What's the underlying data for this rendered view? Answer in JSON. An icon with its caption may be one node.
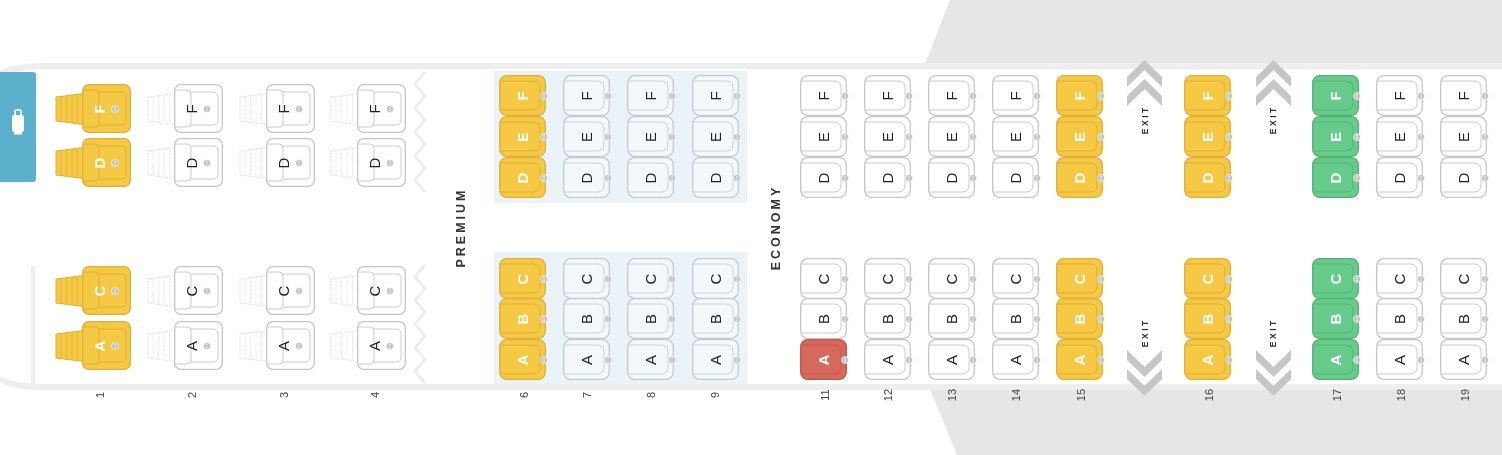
{
  "diagram": {
    "nodes": [
      {
        "text": [
          "F"
        ]
      },
      {
        "text": [
          "D"
        ]
      },
      {
        "text": [
          "C"
        ]
      },
      {
        "text": [
          "A"
        ]
      },
      {
        "text": [
          "F"
        ]
      },
      {
        "text": [
          "D"
        ]
      },
      {
        "text": [
          "C"
        ]
      },
      {
        "text": [
          "A"
        ]
      },
      {
        "text": [
          "F"
        ]
      },
      {
        "text": [
          "D"
        ]
      },
      {
        "text": [
          "C"
        ]
      },
      {
        "text": [
          "A"
        ]
      },
      {
        "text": [
          "F"
        ]
      },
      {
        "text": [
          "D"
        ]
      },
      {
        "text": [
          "C"
        ]
      },
      {
        "text": [
          "A"
        ]
      },
      {
        "text": [],
        "shape": "box"
      },
      {
        "text": [
          "F"
        ],
        "in": 16
      },
      {
        "text": [
          "E"
        ],
        "in": 16
      },
      {
        "text": [
          "D"
        ],
        "in": 16
      },
      {
        "text": [
          "F"
        ],
        "in": 16
      },
      {
        "text": [
          "E"
        ],
        "in": 16
      },
      {
        "text": [
          "D"
        ],
        "in": 16
      },
      {
        "text": [
          "F"
        ],
        "in": 16
      },
      {
        "text": [
          "E"
        ],
        "in": 16
      },
      {
        "text": [
          "D"
        ],
        "in": 16
      },
      {
        "text": [
          "F"
        ],
        "in": 16
      },
      {
        "text": [
          "E"
        ],
        "in": 16
      },
      {
        "text": [
          "D"
        ],
        "in": 16
      },
      {
        "text": [],
        "shape": "box"
      },
      {
        "text": [
          "C"
        ],
        "in": 29
      },
      {
        "text": [
          "B"
        ],
        "in": 29
      },
      {
        "text": [
          "A"
        ],
        "in": 29
      },
      {
        "text": [
          "C"
        ],
        "in": 29
      },
      {
        "text": [
          "B"
        ],
        "in": 29
      },
      {
        "text": [
          "A"
        ],
        "in": 29
      },
      {
        "text": [
          "C"
        ],
        "in": 29
      },
      {
        "text": [
          "B"
        ],
        "in": 29
      },
      {
        "text": [
          "A"
        ],
        "in": 29
      },
      {
        "text": [
          "C"
        ],
        "in": 29
      },
      {
        "text": [
          "B"
        ],
        "in": 29
      },
      {
        "text": [
          "A"
        ],
        "in": 29
      },
      {
        "text": [
          "F"
        ]
      },
      {
        "text": [
          "E"
        ]
      },
      {
        "text": [
          "D"
        ]
      },
      {
        "text": [
          "C"
        ]
      },
      {
        "text": [
          "B"
        ]
      },
      {
        "text": [
          "A"
        ]
      },
      {
        "text": [
          "F"
        ]
      },
      {
        "text": [
          "E"
        ]
      },
      {
        "text": [
          "D"
        ]
      },
      {
        "text": [
          "C"
        ]
      },
      {
        "text": [
          "B"
        ]
      },
      {
        "text": [
          "A"
        ]
      },
      {
        "text": [
          "F"
        ]
      },
      {
        "text": [
          "E"
        ]
      },
      {
        "text": [
          "D"
        ]
      },
      {
        "text": [
          "C"
        ]
      },
      {
        "text": [
          "B"
        ]
      },
      {
        "text": [
          "A"
        ]
      },
      {
        "text": [
          "F"
        ]
      },
      {
        "text": [
          "E"
        ]
      },
      {
        "text": [
          "D"
        ]
      },
      {
        "text": [
          "C"
        ]
      },
      {
        "text": [
          "B"
        ]
      },
      {
        "text": [
          "A"
        ]
      },
      {
        "text": [
          "F"
        ]
      },
      {
        "text": [
          "E"
        ]
      },
      {
        "text": [
          "D"
        ]
      },
      {
        "text": [
          "C"
        ]
      },
      {
        "text": [
          "B"
        ]
      },
      {
        "text": [
          "A"
        ]
      },
      {
        "text": [
          "F"
        ]
      },
      {
        "text": [
          "E"
        ]
      },
      {
        "text": [
          "D"
        ]
      },
      {
        "text": [
          "C"
        ]
      },
      {
        "text": [
          "B"
        ]
      },
      {
        "text": [
          "A"
        ]
      },
      {
        "text": [
          "F"
        ]
      },
      {
        "text": [
          "E"
        ]
      },
      {
        "text": [
          "D"
        ]
      },
      {
        "text": [
          "C"
        ]
      },
      {
        "text": [
          "B"
        ]
      },
      {
        "text": [
          "A"
        ]
      },
      {
        "text": [
          "F"
        ]
      },
      {
        "text": [
          "E"
        ]
      },
      {
        "text": [
          "D"
        ]
      },
      {
        "text": [
          "C"
        ]
      },
      {
        "text": [
          "B"
        ]
      },
      {
        "text": [
          "A"
        ]
      },
      {
        "text": [
          "F"
        ]
      },
      {
        "text": [
          "E"
        ]
      },
      {
        "text": [
          "D"
        ]
      },
      {
        "text": [
          "C"
        ]
      },
      {
        "text": [
          "B"
        ]
      },
      {
        "text": [
          "A"
        ]
      }
    ],
    "labels": [
      "PREMIUM",
      "ECONOMY",
      "EXIT",
      "EXIT",
      "EXIT",
      "EXIT",
      "1",
      "2",
      "3",
      "4",
      "6",
      "7",
      "8",
      "9",
      "11",
      "12",
      "13",
      "14",
      "15",
      "16",
      "17",
      "18",
      "19"
    ]
  }
}
